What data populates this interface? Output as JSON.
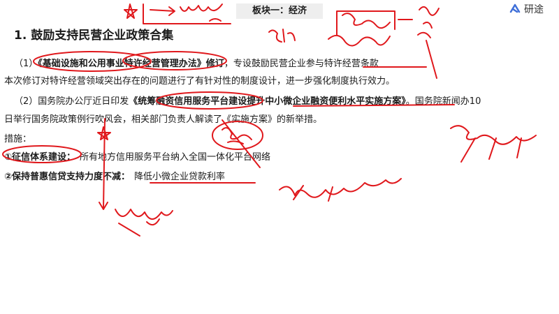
{
  "header": {
    "section_tag": "板块一：经济",
    "brand": "研途",
    "brand_icon": "yantu-logo-icon",
    "brand_color": "#3f6fd8"
  },
  "title": "1. 鼓励支持民营企业政策合集",
  "paragraph1": {
    "prefix": "（1）",
    "doc": "《基础设施和公用事业特许经营管理办法》",
    "action": "修订",
    "rest": "，专设鼓励民营企业参与特许经营条款",
    "line2": "本次修订对特许经营领域突出存在的问题进行了有针对性的制度设计，进一步强化制度执行效力。"
  },
  "paragraph2": {
    "prefix": "（2）国务院办公厅近日印发",
    "doc": "《统筹融资信用服务平台建设提升中小微企业融资便利水平实施方案》",
    "rest": "。国务院新闻办10",
    "line2": "日举行国务院政策例行吹风会，相关部门负责人解读了《实施方案》的新举措。"
  },
  "measures": {
    "heading": "措施：",
    "items": [
      {
        "label": "①征信体系建设：",
        "text": "所有地方信用服务平台纳入全国一体化平台网络"
      },
      {
        "label": "②保持普惠信贷支持力度不减：",
        "text": "降低小微企业贷款利率"
      }
    ]
  },
  "annotations": {
    "ink_color": "#e0181c",
    "notes": [
      "非公经济",
      "支持",
      "国有经济",
      "公有制",
      "民营经济",
      "贷款",
      "新闻会",
      "坚持资本",
      "经济主体"
    ]
  }
}
